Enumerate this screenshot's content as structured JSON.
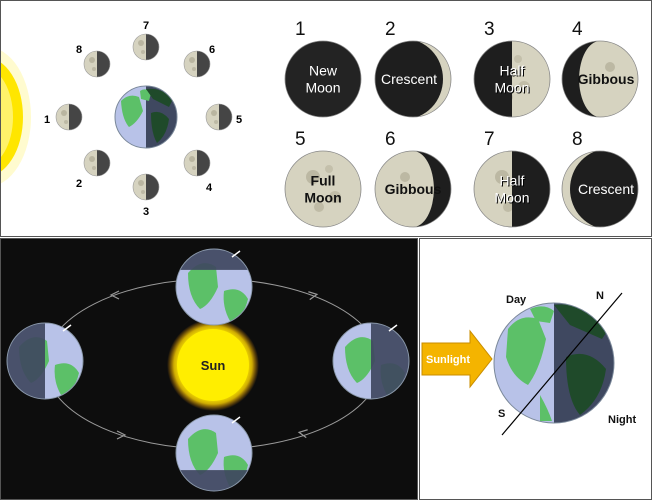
{
  "moon_orbit": {
    "labels": [
      "1",
      "2",
      "3",
      "4",
      "5",
      "6",
      "7",
      "8"
    ]
  },
  "phases": [
    {
      "number": "1",
      "line1": "New",
      "line2": "Moon"
    },
    {
      "number": "2",
      "line1": "Crescent",
      "line2": ""
    },
    {
      "number": "3",
      "line1": "Half",
      "line2": "Moon"
    },
    {
      "number": "4",
      "line1": "Gibbous",
      "line2": ""
    },
    {
      "number": "5",
      "line1": "Full",
      "line2": "Moon"
    },
    {
      "number": "6",
      "line1": "Gibbous",
      "line2": ""
    },
    {
      "number": "7",
      "line1": "Half",
      "line2": "Moon"
    },
    {
      "number": "8",
      "line1": "Crescent",
      "line2": ""
    }
  ],
  "orbit_panel": {
    "sun_label": "Sun"
  },
  "axis_panel": {
    "sunlight": "Sunlight",
    "day": "Day",
    "night": "Night",
    "north": "N",
    "south": "S"
  },
  "colors": {
    "sun": "#ffee00",
    "moon_light": "#d6d3c0",
    "moon_dark": "#1e1e1e",
    "earth_light_ocean": "#b8c2e8",
    "earth_land": "#5cc068",
    "earth_dark_ocean": "#3f4860",
    "earth_dark_land": "#1f4a2a",
    "arrow": "#f4b400"
  }
}
